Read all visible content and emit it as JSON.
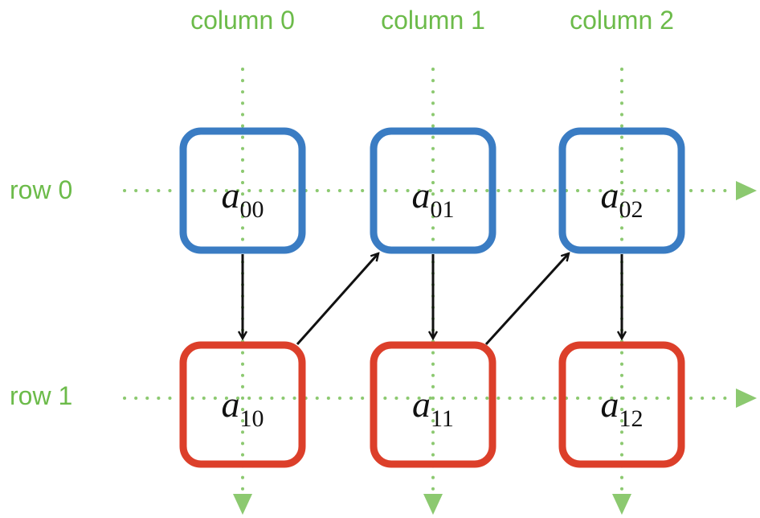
{
  "diagram": {
    "columns": [
      {
        "label": "column 0"
      },
      {
        "label": "column 1"
      },
      {
        "label": "column 2"
      }
    ],
    "rows": [
      {
        "label": "row 0"
      },
      {
        "label": "row 1"
      }
    ],
    "cells": [
      {
        "row": 0,
        "col": 0,
        "symbol": "a",
        "subscript": "00",
        "group": "row0"
      },
      {
        "row": 0,
        "col": 1,
        "symbol": "a",
        "subscript": "01",
        "group": "row0"
      },
      {
        "row": 0,
        "col": 2,
        "symbol": "a",
        "subscript": "02",
        "group": "row0"
      },
      {
        "row": 1,
        "col": 0,
        "symbol": "a",
        "subscript": "10",
        "group": "row1"
      },
      {
        "row": 1,
        "col": 1,
        "symbol": "a",
        "subscript": "11",
        "group": "row1"
      },
      {
        "row": 1,
        "col": 2,
        "symbol": "a",
        "subscript": "12",
        "group": "row1"
      }
    ],
    "traversal_order": [
      "00",
      "10",
      "01",
      "11",
      "02",
      "12"
    ],
    "colors": {
      "row0_border": "#3a7cc3",
      "row1_border": "#dc3f2a",
      "grid_label": "#6cbb4a",
      "grid_line": "#8cc970",
      "arrow": "#111111"
    }
  }
}
